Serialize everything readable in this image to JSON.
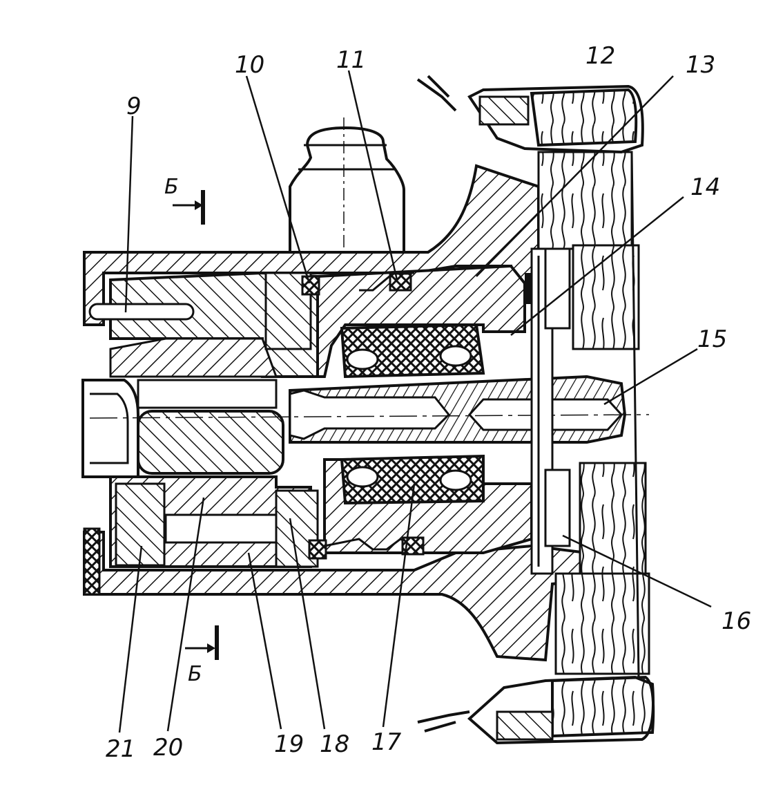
{
  "labels": {
    "l9": "9",
    "l10": "10",
    "l11": "11",
    "l12": "12",
    "l13": "13",
    "l14": "14",
    "l15": "15",
    "l16": "16",
    "l17": "17",
    "l18": "18",
    "l19": "19",
    "l20": "20",
    "l21": "21"
  },
  "section_marks": {
    "top": "Б",
    "bottom": "Б"
  },
  "colors": {
    "ink": "#111111",
    "paper": "#ffffff"
  }
}
